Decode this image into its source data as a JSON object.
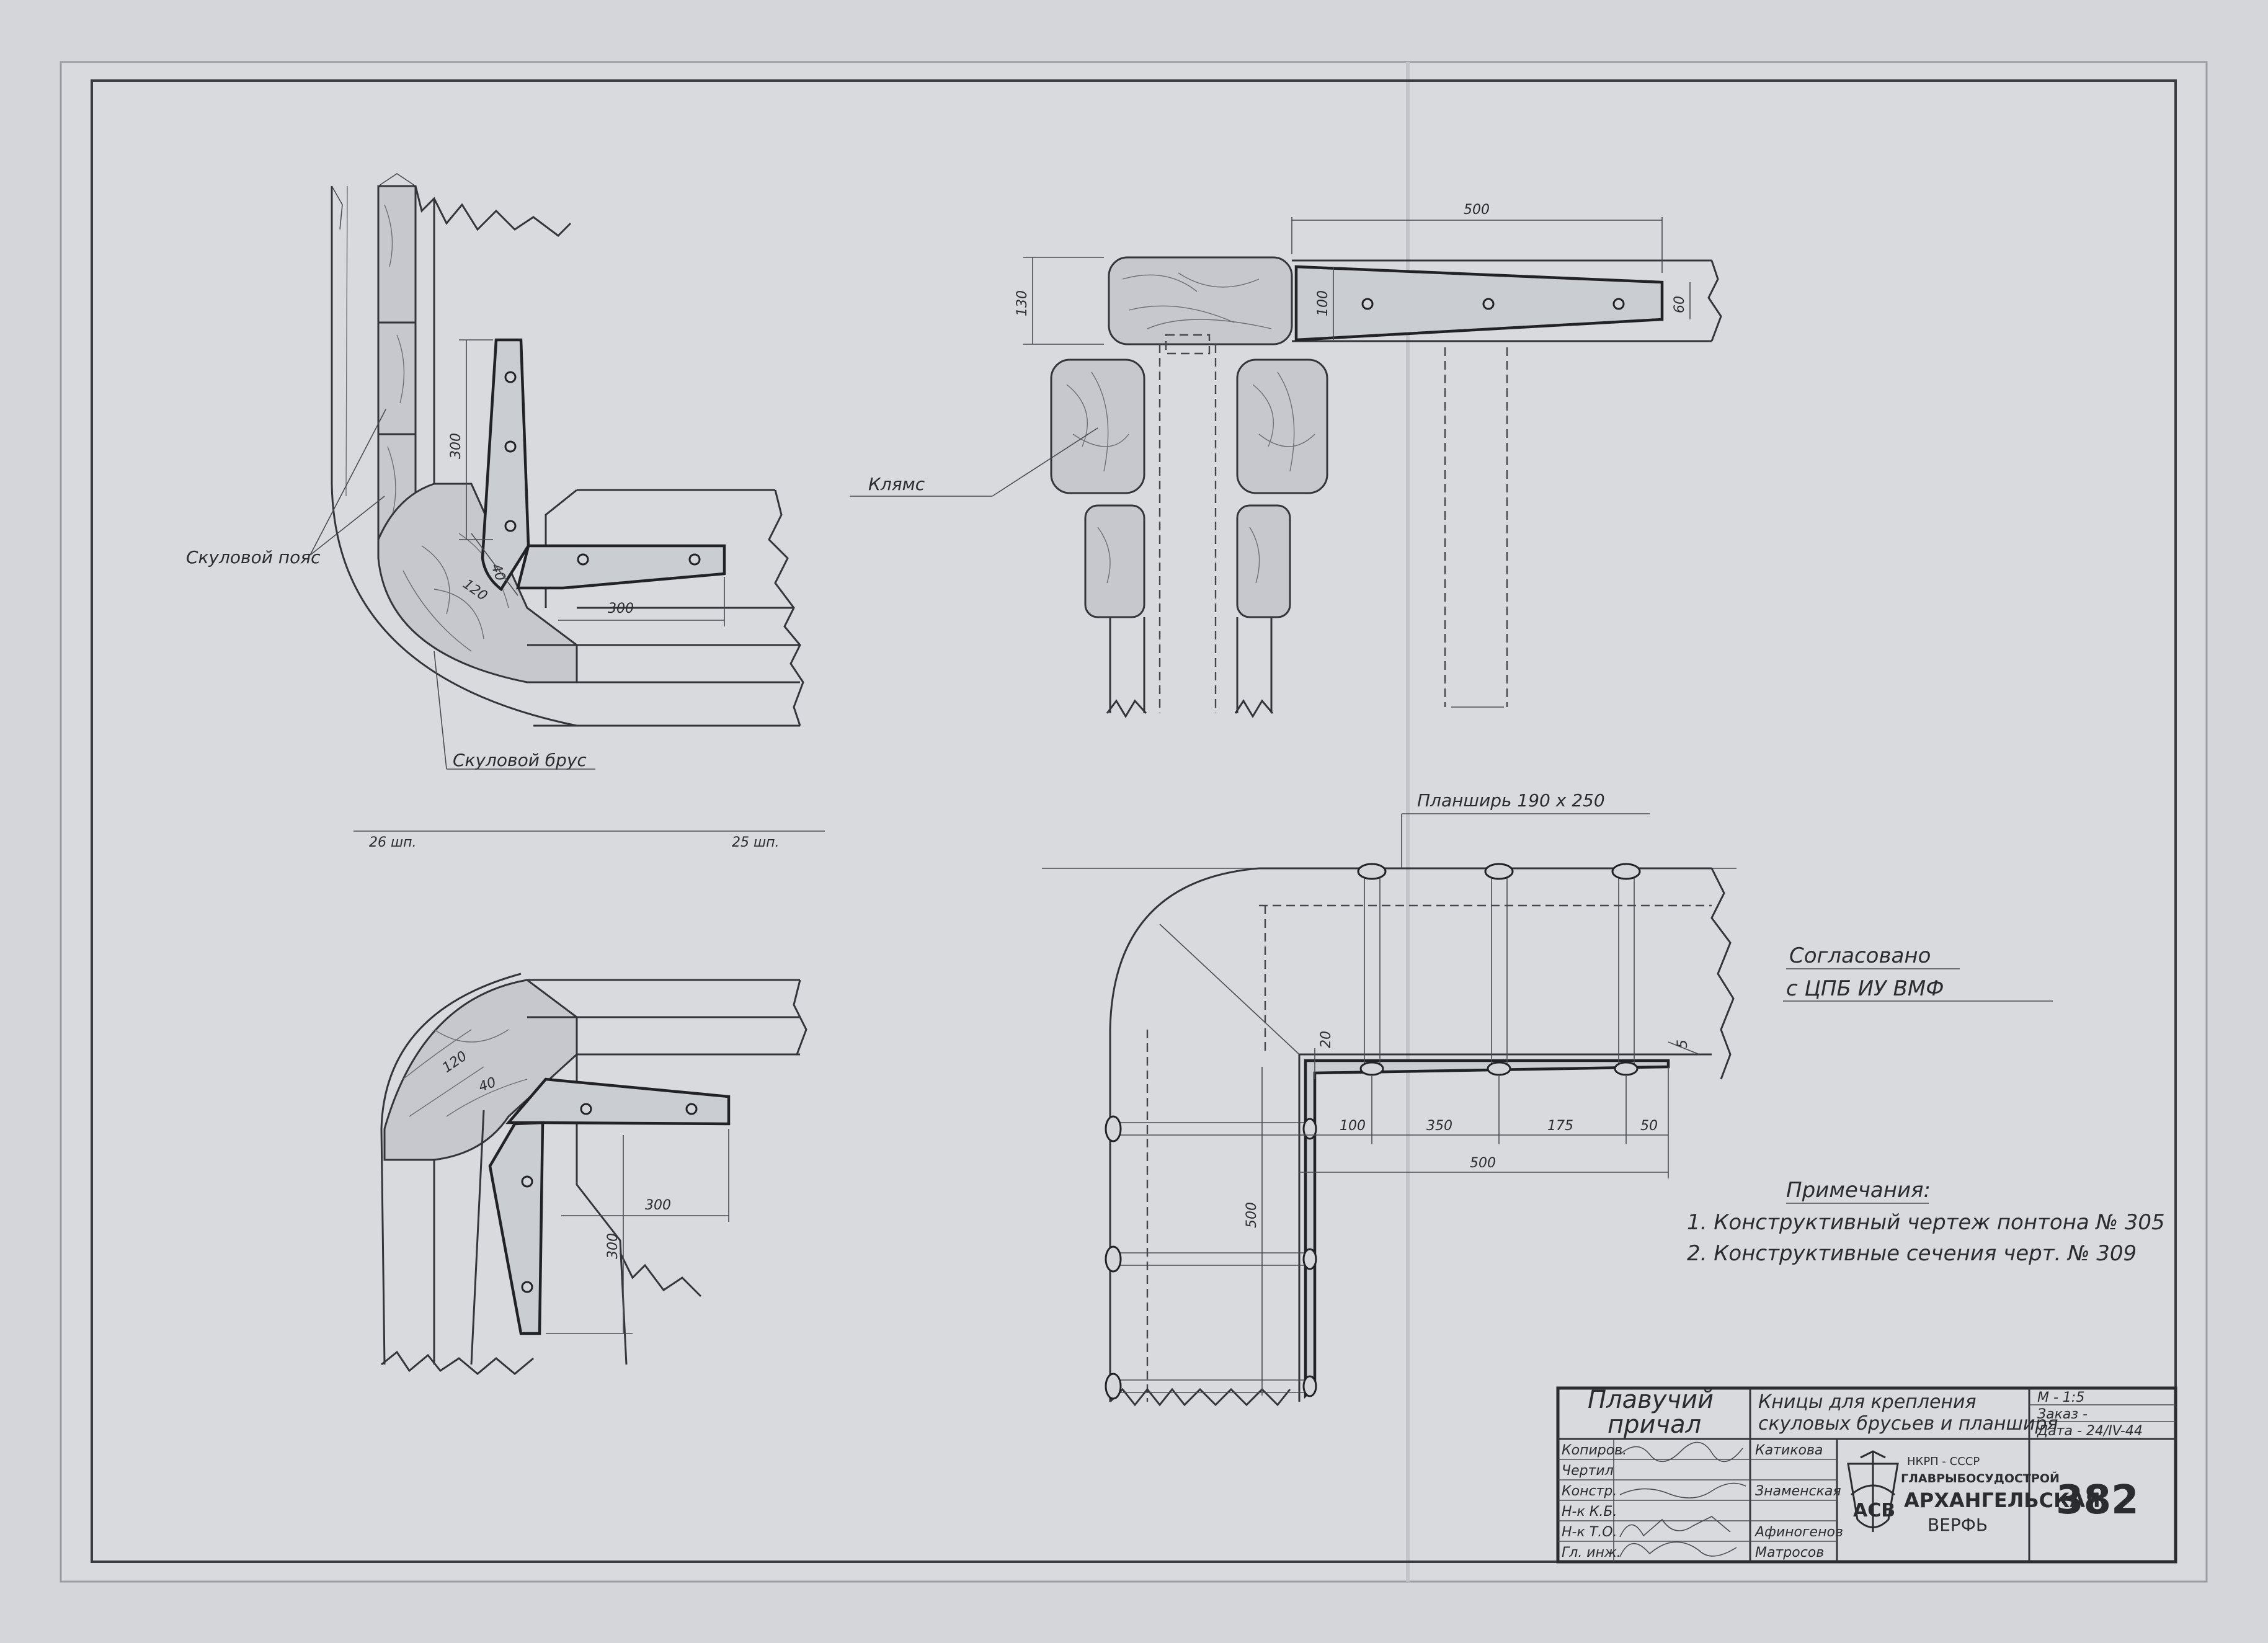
{
  "views": {
    "top_left": {
      "label_belt": "Скуловой пояс",
      "label_beam": "Скуловой брус",
      "dim_300_vertical": "300",
      "dim_300_horizontal": "300",
      "dim_40": "40",
      "dim_120": "120",
      "frame_left": "26 шп.",
      "frame_right": "25 шп."
    },
    "top_right": {
      "label_clamp": "Клямс",
      "dim_500": "500",
      "dim_130": "130",
      "dim_100": "100",
      "dim_60": "60"
    },
    "bottom_left": {
      "dim_120": "120",
      "dim_40": "40",
      "dim_300_horizontal": "300",
      "dim_300_vertical": "300"
    },
    "bottom_right": {
      "label_gunwale": "Планширь  190 х 250",
      "dim_20": "20",
      "dim_5": "5",
      "dim_100": "100",
      "dim_350": "350",
      "dim_175": "175",
      "dim_50": "50",
      "dim_500_horizontal": "500",
      "dim_500_vertical": "500"
    }
  },
  "approval": {
    "line1": "Согласовано",
    "line2": "с ЦПБ ИУ ВМФ"
  },
  "notes": {
    "heading": "Примечания:",
    "items": [
      "1. Конструктивный чертеж понтона № 305",
      "2. Конструктивные сечения черт. № 309"
    ]
  },
  "title_block": {
    "object_line1": "Плавучий",
    "object_line2": "причал",
    "title_line1": "Кницы для крепления",
    "title_line2": "скуловых брусьев и планширя",
    "scale": "М - 1:5",
    "order": "Заказ -",
    "date": "Дата - 24/IV-44",
    "roles": [
      "Копиров.",
      "Чертил",
      "Констр.",
      "Н-к К.Б.",
      "Н-к Т.О.",
      "Гл. инж."
    ],
    "names": [
      "Катикова",
      "",
      "Знаменская",
      "",
      "Афиногенов",
      "Матросов"
    ],
    "org_line1": "НКРП - СССР",
    "org_line2": "ГЛАВРЫБОСУДОСТРОЙ",
    "org_line3": "АРХАНГЕЛЬСКАЯ",
    "org_line4": "ВЕРФЬ",
    "logo_letters": "АСВ",
    "sheet_number": "382"
  }
}
